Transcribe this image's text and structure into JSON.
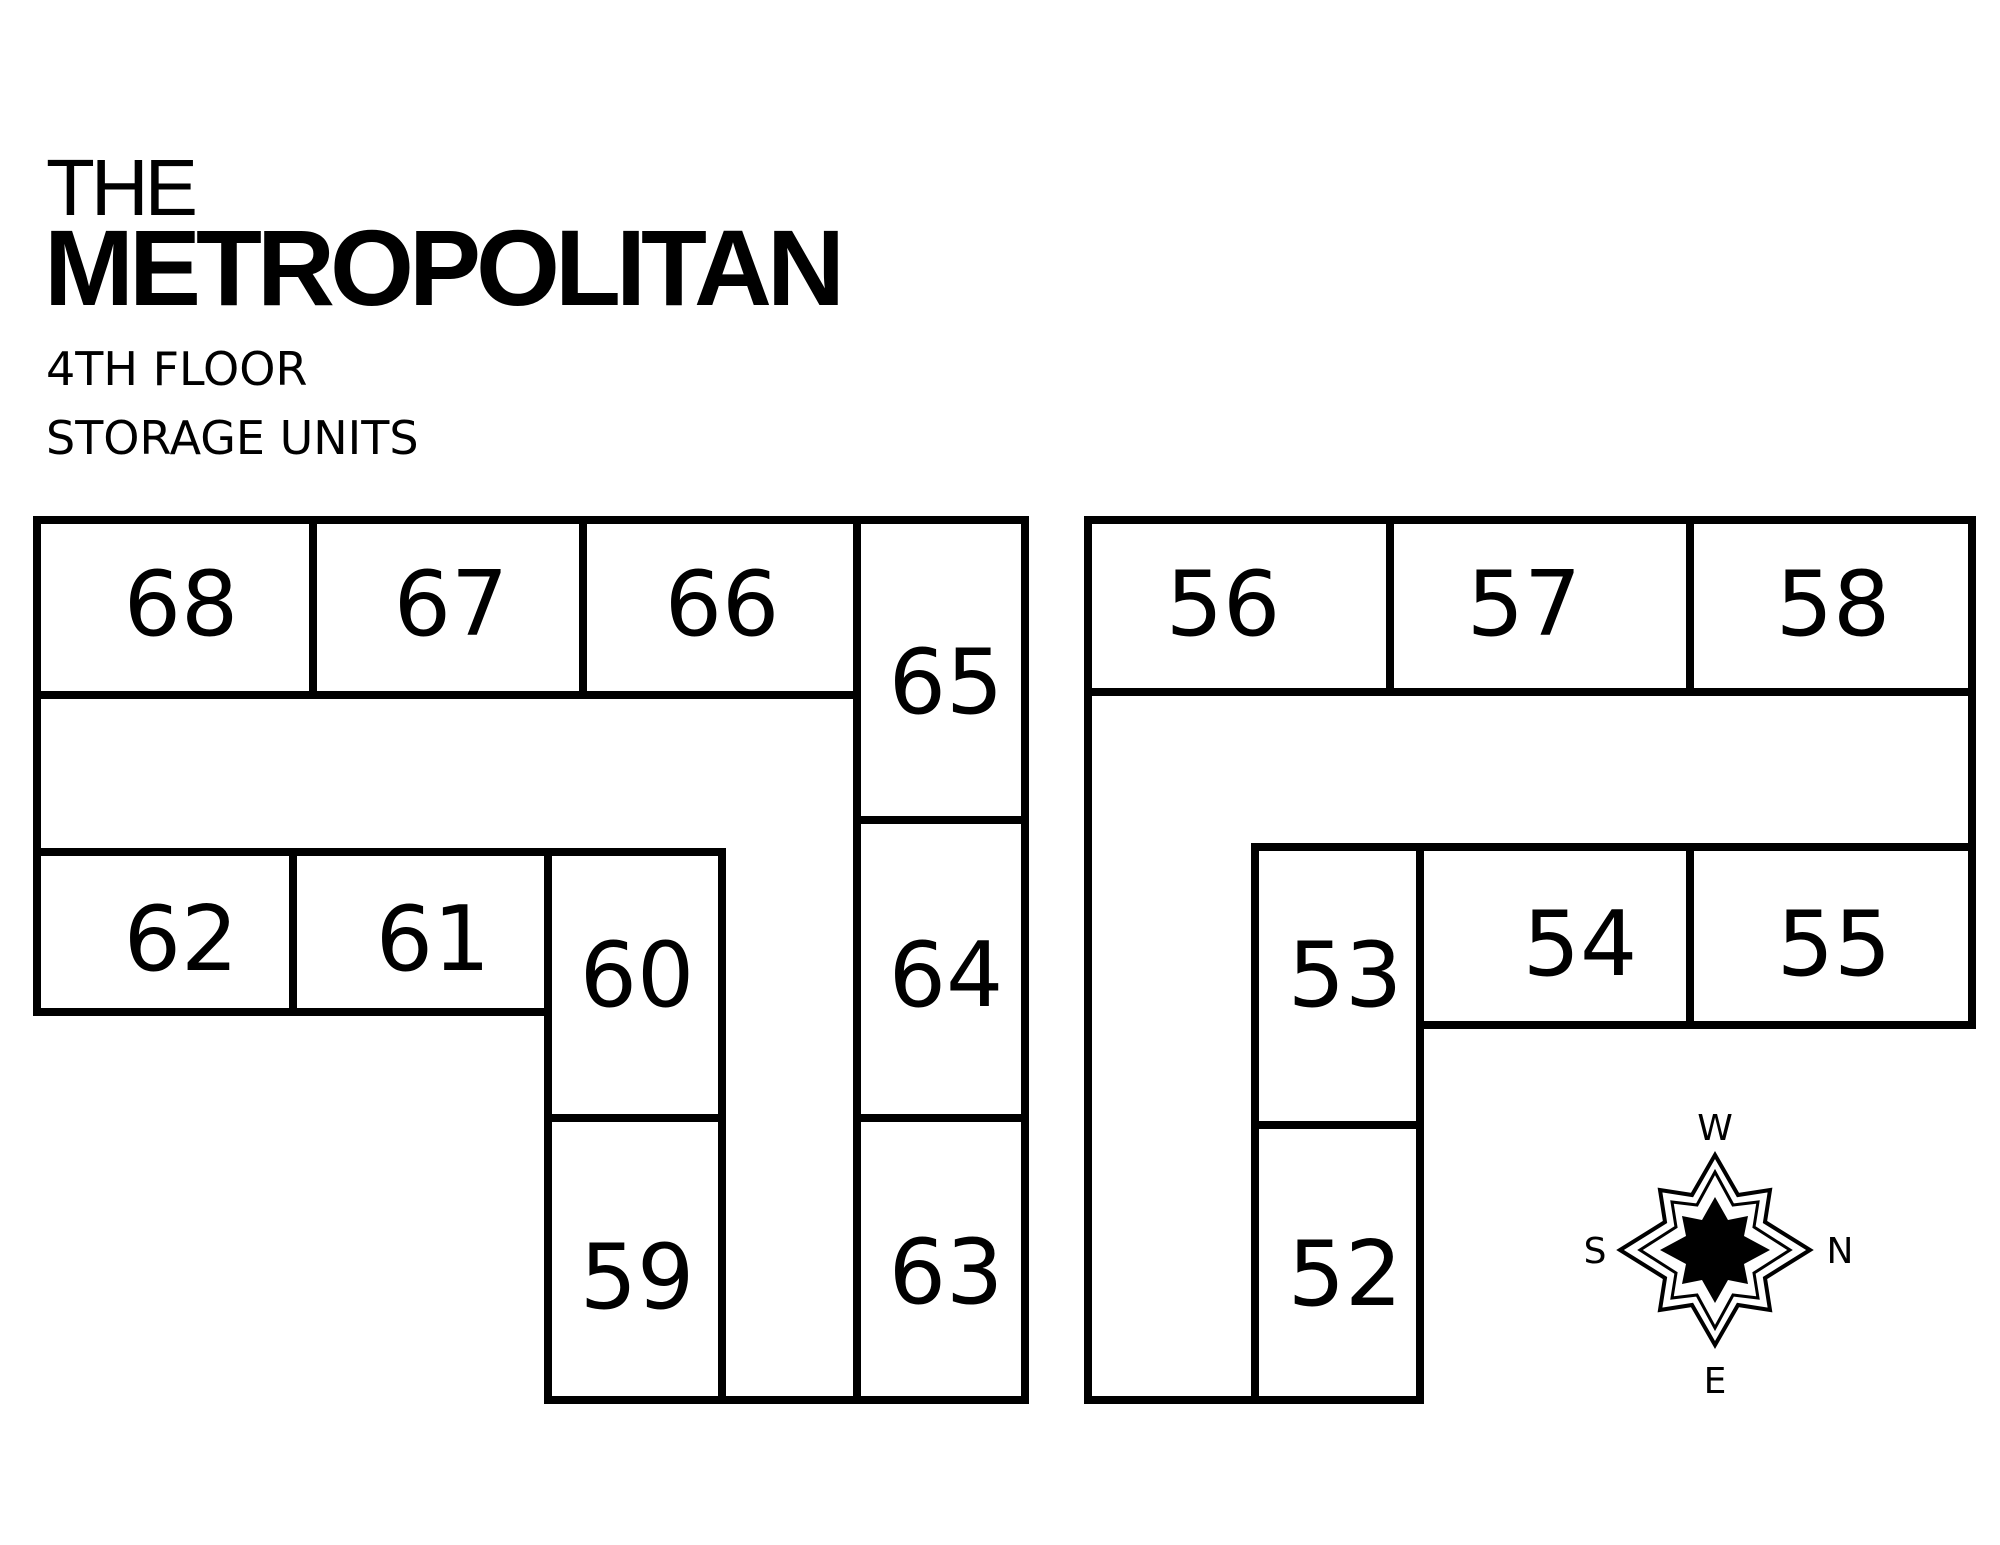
{
  "header": {
    "title_line1": "THE",
    "title_line2": "METROPOLITAN",
    "subtitle_line1": "4TH FLOOR",
    "subtitle_line2": "STORAGE UNITS"
  },
  "units": [
    "68",
    "67",
    "66",
    "65",
    "62",
    "61",
    "60",
    "64",
    "59",
    "63",
    "56",
    "57",
    "58",
    "54",
    "55",
    "53",
    "52"
  ],
  "compass": {
    "top": "W",
    "left": "S",
    "right": "N",
    "bottom": "E"
  }
}
